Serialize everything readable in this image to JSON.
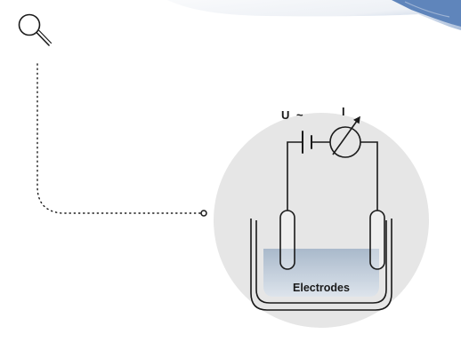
{
  "icons": {
    "zoom": "magnifier-icon"
  },
  "circuit": {
    "voltage_label": "U",
    "ac_symbol": "~",
    "current_label": "I"
  },
  "container": {
    "label": "Electrodes"
  },
  "colors": {
    "zoom_circle": "#e6e6e6",
    "liquid_top": "#a9b9cb",
    "liquid_bottom": "#dde4ec",
    "line": "#1a1a1a",
    "corner_art": "#5f85bb"
  }
}
